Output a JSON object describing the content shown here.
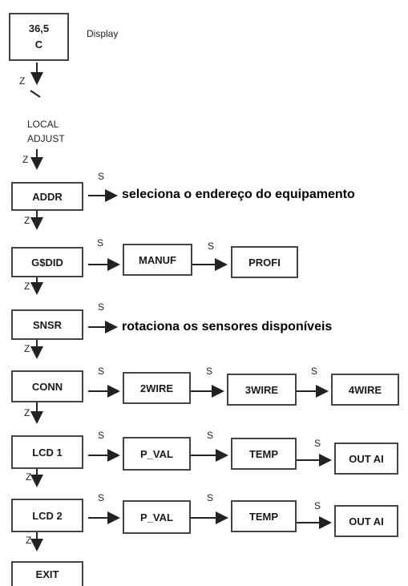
{
  "display": {
    "value": "36,5",
    "unit": "C",
    "label": "Display"
  },
  "local_adjust": {
    "line1": "LOCAL",
    "line2": "ADJUST"
  },
  "key_z": "Z",
  "key_s": "S",
  "rows": [
    {
      "main": "ADDR",
      "desc": "seleciona o endereço do equipamento"
    },
    {
      "main": "G$DID",
      "steps": [
        "MANUF",
        "PROFI"
      ]
    },
    {
      "main": "SNSR",
      "desc": "rotaciona os sensores disponíveis"
    },
    {
      "main": "CONN",
      "steps": [
        "2WIRE",
        "3WIRE",
        "4WIRE"
      ]
    },
    {
      "main": "LCD 1",
      "steps": [
        "P_VAL",
        "TEMP",
        "OUT AI"
      ]
    },
    {
      "main": "LCD 2",
      "steps": [
        "P_VAL",
        "TEMP",
        "OUT AI"
      ]
    }
  ],
  "exit": "EXIT"
}
